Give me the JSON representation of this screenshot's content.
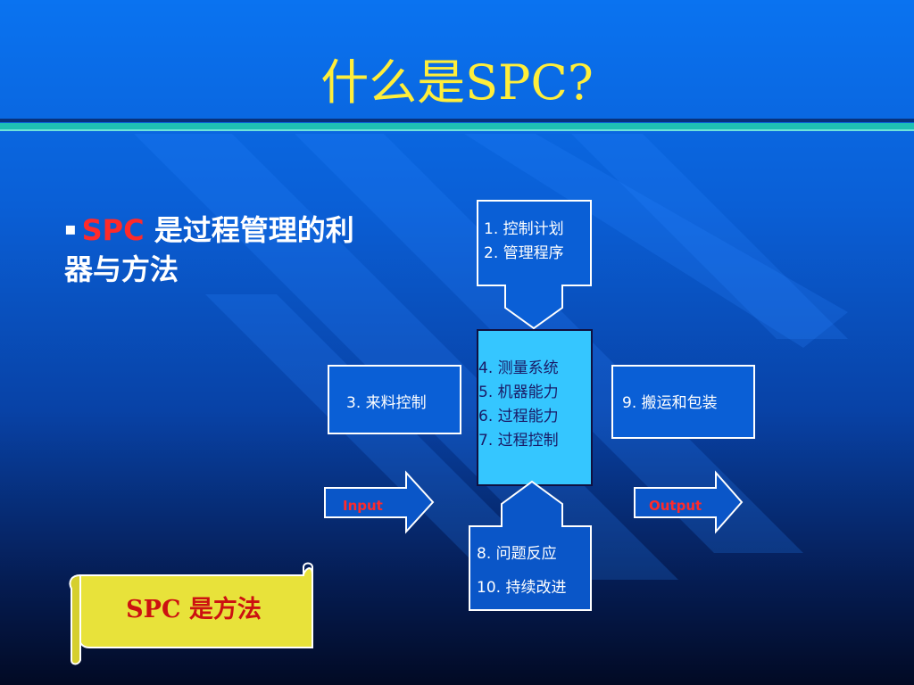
{
  "title": "什么是SPC?",
  "bullet": {
    "marker": "▪",
    "highlight": "SPC",
    "text": " 是过程管理的利器与方法"
  },
  "diagram": {
    "top_box": [
      "1. 控制计划",
      "2. 管理程序"
    ],
    "center_box": [
      "4. 测量系统",
      "5. 机器能力",
      "6. 过程能力",
      "7. 过程控制"
    ],
    "left_box": "3. 来料控制",
    "right_box": "9. 搬运和包装",
    "bottom_box": [
      "8. 问题反应",
      "10. 持续改进"
    ],
    "input_label": "Input",
    "output_label": "Output"
  },
  "banner": "SPC 是方法",
  "colors": {
    "title": "#ffee3a",
    "highlight": "#ff2a2a",
    "center_box_fill": "#35c6ff",
    "banner_fill": "#e8e23a"
  }
}
